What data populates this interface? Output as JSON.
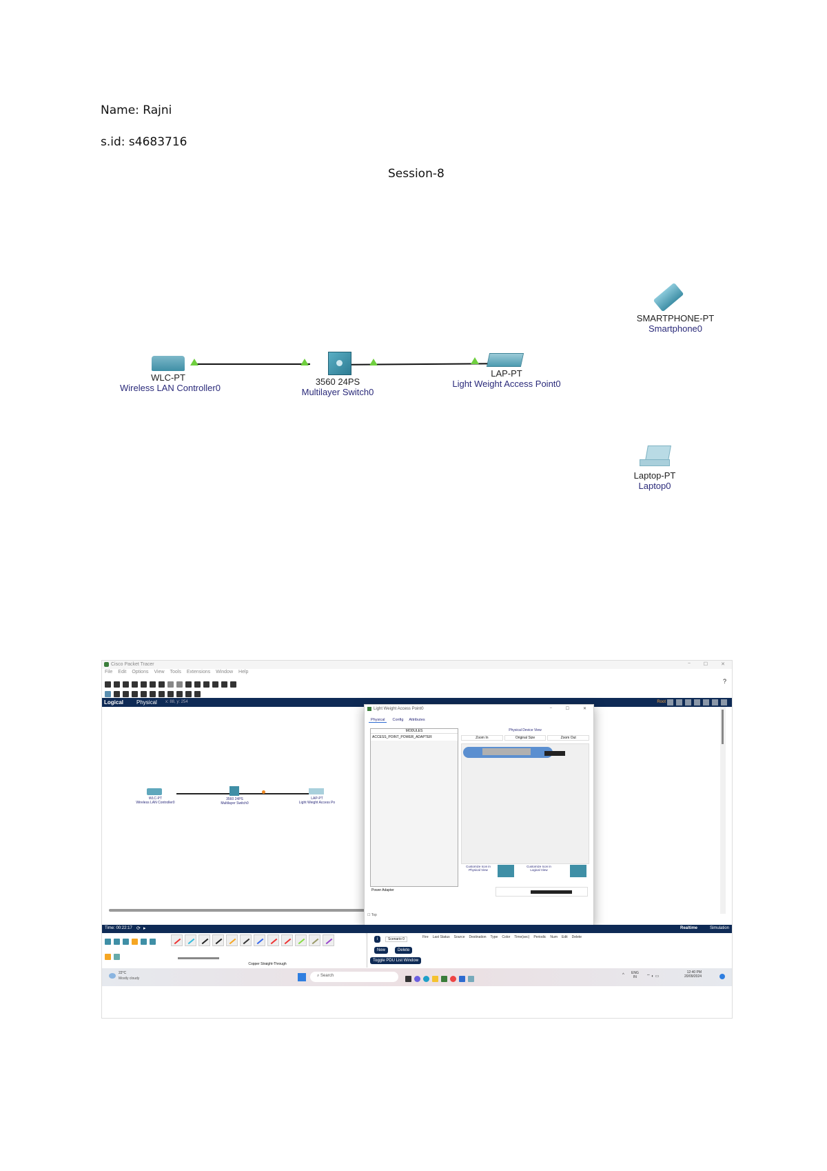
{
  "document": {
    "name_line": "Name: Rajni",
    "sid_line": "s.id: s4683716",
    "title": "Session-8"
  },
  "topology": {
    "devices": [
      {
        "model": "WLC-PT",
        "name": "Wireless LAN Controller0"
      },
      {
        "model": "3560 24PS",
        "name": "Multilayer Switch0"
      },
      {
        "model": "LAP-PT",
        "name": "Light Weight Access Point0"
      },
      {
        "model": "SMARTPHONE-PT",
        "name": "Smartphone0"
      },
      {
        "model": "Laptop-PT",
        "name": "Laptop0"
      }
    ]
  },
  "screenshot": {
    "window_title": "Cisco Packet Tracer",
    "menu": [
      "File",
      "Edit",
      "Options",
      "View",
      "Tools",
      "Extensions",
      "Window",
      "Help"
    ],
    "help_glyph": "?",
    "view_tabs": [
      "Logical",
      "Physical"
    ],
    "coords": "x: 88, y: 254",
    "root_label": "Root",
    "canvas_devices": [
      {
        "model": "WLC-PT",
        "name": "Wireless LAN Controller0"
      },
      {
        "model": "3560 24PS",
        "name": "Multilayer Switch0"
      },
      {
        "model": "LAP-PT",
        "name": "Light Weight Access Po"
      }
    ],
    "dialog": {
      "title": "Light Weight Access Point0",
      "tabs": [
        "Physical",
        "Config",
        "Attributes"
      ],
      "modules_header": "MODULES",
      "modules": [
        "ACCESS_POINT_POWER_ADAPTER"
      ],
      "device_view_title": "Physical Device View",
      "zoom_buttons": [
        "Zoom In",
        "Original Size",
        "Zoom Out"
      ],
      "customize_physical": "Customize Icon in Physical View",
      "customize_logical": "Customize Icon in Logical View",
      "module_desc": "Power Adapter",
      "top_checkbox": "Top",
      "controls": [
        "−",
        "☐",
        "✕"
      ]
    },
    "time_label": "Time: 00:22:17",
    "mode_realtime": "Realtime",
    "mode_simulation": "Simulation",
    "cable_caption": "Copper Straight-Through",
    "scenario_select": "Scenario 0",
    "pdu_buttons": [
      "New",
      "Delete"
    ],
    "pdu_toggle": "Toggle PDU List Window",
    "pdu_columns": [
      "Fire",
      "Last Status",
      "Source",
      "Destination",
      "Type",
      "Color",
      "Time(sec)",
      "Periodic",
      "Num",
      "Edit",
      "Delete"
    ],
    "taskbar": {
      "weather_temp": "22°C",
      "weather_desc": "Mostly cloudy",
      "search_placeholder": "Search",
      "lang": "ENG",
      "lang_sub": "IN",
      "time": "12:40 PM",
      "date": "20/09/2024"
    }
  },
  "colors": {
    "navy": "#0e2a55",
    "link_green": "#6fcf3f",
    "link_orange": "#f08a24",
    "device_teal": "#3f8fa6"
  }
}
